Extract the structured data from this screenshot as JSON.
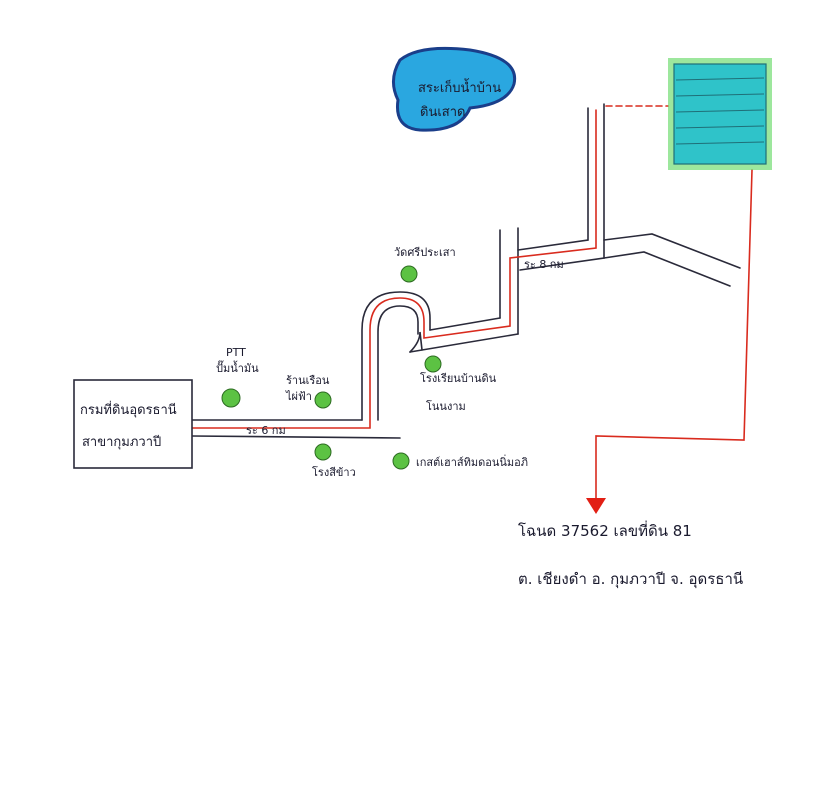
{
  "origin_box": {
    "line1": "กรมที่ดินอุดรธานี",
    "line2": "สาขากุมภวาปี"
  },
  "reservoir": {
    "line1": "สระเก็บน้ำบ้าน",
    "line2": "ดินเสาด"
  },
  "distances": {
    "first": "ระ 6 กม",
    "second": "ระ 8 กม"
  },
  "landmarks": {
    "ptt": {
      "line1": "PTT",
      "line2": "ปั๊มน้ำมัน"
    },
    "restaurant": {
      "line1": "ร้านเรือน",
      "line2": "ไผ่ฟ้า"
    },
    "temple": "วัดศรีประเสา",
    "school": {
      "line1": "โรงเรียนบ้านดิน",
      "line2": "โนนงาม"
    },
    "hospital": "โรงสีข้าว",
    "market": "เกสต์เฮาส์ทิมดอนนิ่มอภิ"
  },
  "title_deed": {
    "line1": "โฉนด 37562  เลขที่ดิน 81",
    "line2": "ต. เชียงดำ  อ. กุมภวาปี  จ. อุดรธานี"
  },
  "colors": {
    "road_line": "#2a2a3a",
    "route_line": "#d92b1e",
    "reservoir_fill": "#2aa7e0",
    "reservoir_stroke": "#1a3e8a",
    "field_fill": "#2fc3c9",
    "field_border": "#4cd34c",
    "marker_fill": "#5cc243",
    "arrow_fill": "#e21f14"
  }
}
